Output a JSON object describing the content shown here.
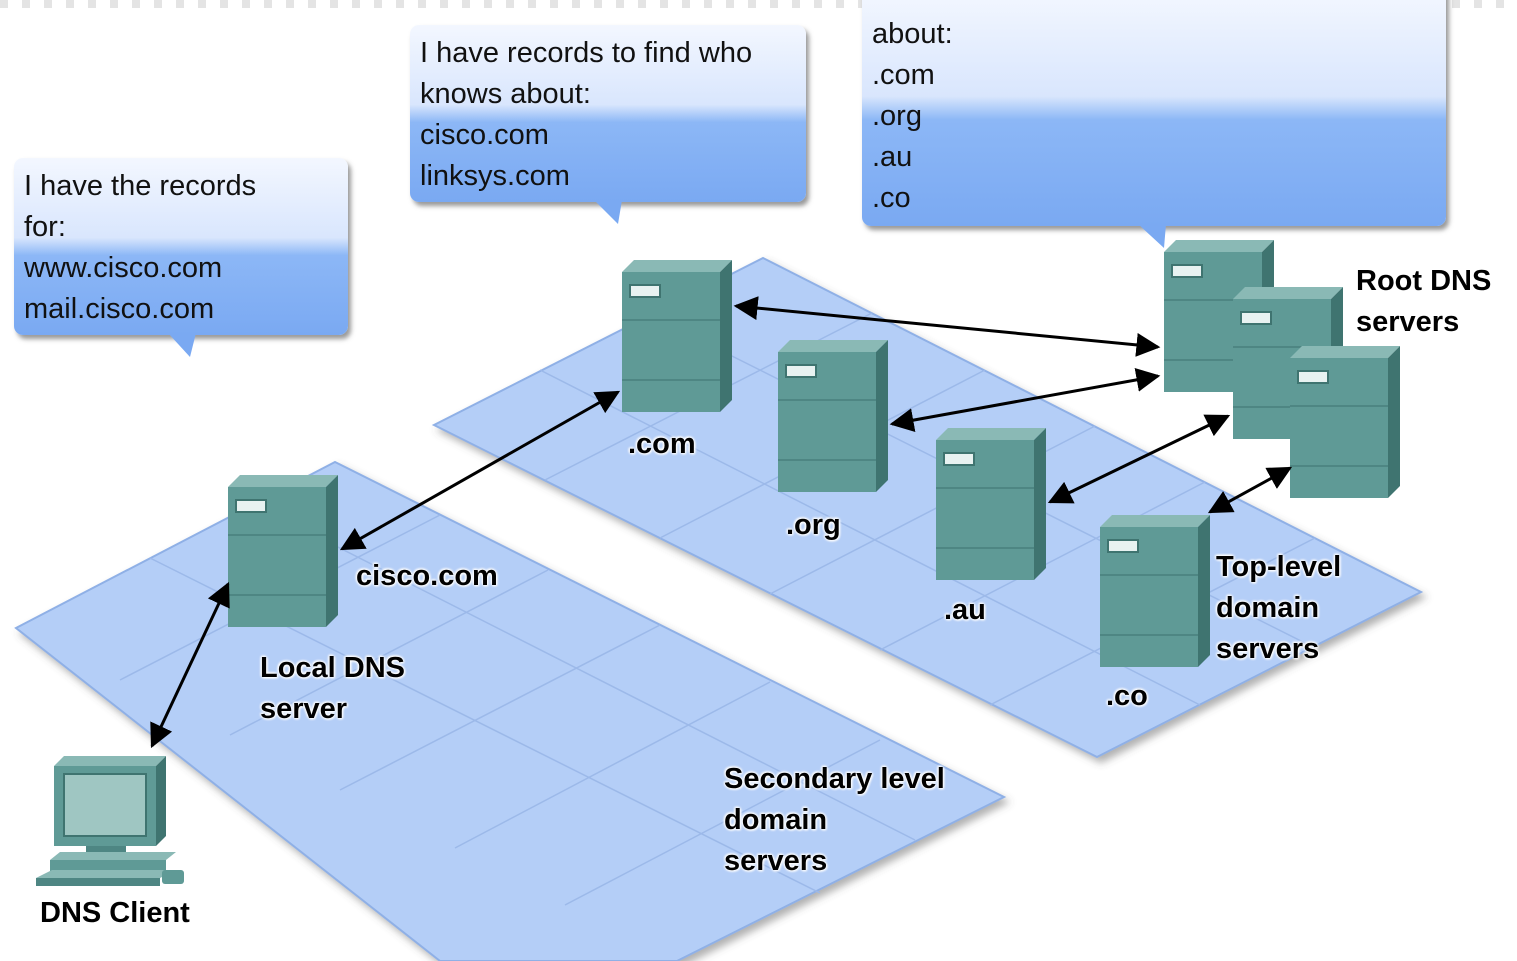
{
  "bubbles": {
    "local": {
      "lines": [
        "I have the records",
        "for:",
        "www.cisco.com",
        "mail.cisco.com"
      ]
    },
    "com": {
      "lines": [
        "I have records to find who",
        "knows about:",
        "cisco.com",
        "linksys.com"
      ]
    },
    "root": {
      "lines": [
        "about:",
        ".com",
        ".org",
        ".au",
        ".co"
      ]
    }
  },
  "labels": {
    "com": ".com",
    "org": ".org",
    "au": ".au",
    "co": ".co",
    "cisco": "cisco.com",
    "root": [
      "Root DNS",
      "servers"
    ],
    "tld": [
      "Top-level",
      "domain",
      "servers"
    ],
    "local": [
      "Local DNS",
      "server"
    ],
    "secondary": [
      "Secondary level",
      "domain",
      "servers"
    ],
    "client": "DNS Client"
  },
  "colors": {
    "plane": "#b4cef7",
    "plane_edge": "#8fb0e6",
    "server_front": "#5f9a96",
    "server_side": "#3f7470",
    "server_top": "#8ab9b5"
  }
}
